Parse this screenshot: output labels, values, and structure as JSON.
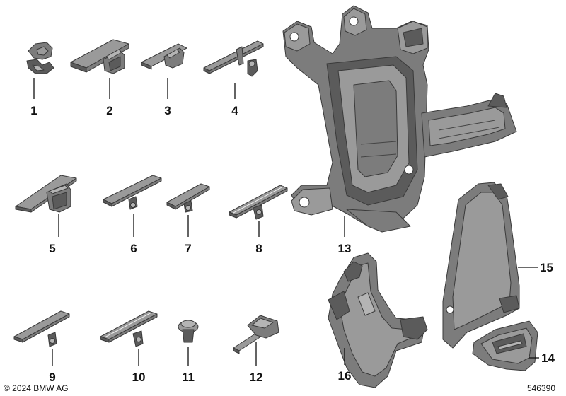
{
  "parts": [
    {
      "id": "part-1",
      "label": "1"
    },
    {
      "id": "part-2",
      "label": "2"
    },
    {
      "id": "part-3",
      "label": "3"
    },
    {
      "id": "part-4",
      "label": "4"
    },
    {
      "id": "part-5",
      "label": "5"
    },
    {
      "id": "part-6",
      "label": "6"
    },
    {
      "id": "part-7",
      "label": "7"
    },
    {
      "id": "part-8",
      "label": "8"
    },
    {
      "id": "part-9",
      "label": "9"
    },
    {
      "id": "part-10",
      "label": "10"
    },
    {
      "id": "part-11",
      "label": "11"
    },
    {
      "id": "part-12",
      "label": "12"
    },
    {
      "id": "part-13",
      "label": "13"
    },
    {
      "id": "part-14",
      "label": "14"
    },
    {
      "id": "part-15",
      "label": "15"
    },
    {
      "id": "part-16",
      "label": "16"
    }
  ],
  "footer": {
    "copyright": "© 2024 BMW AG",
    "diagram_number": "546390"
  }
}
